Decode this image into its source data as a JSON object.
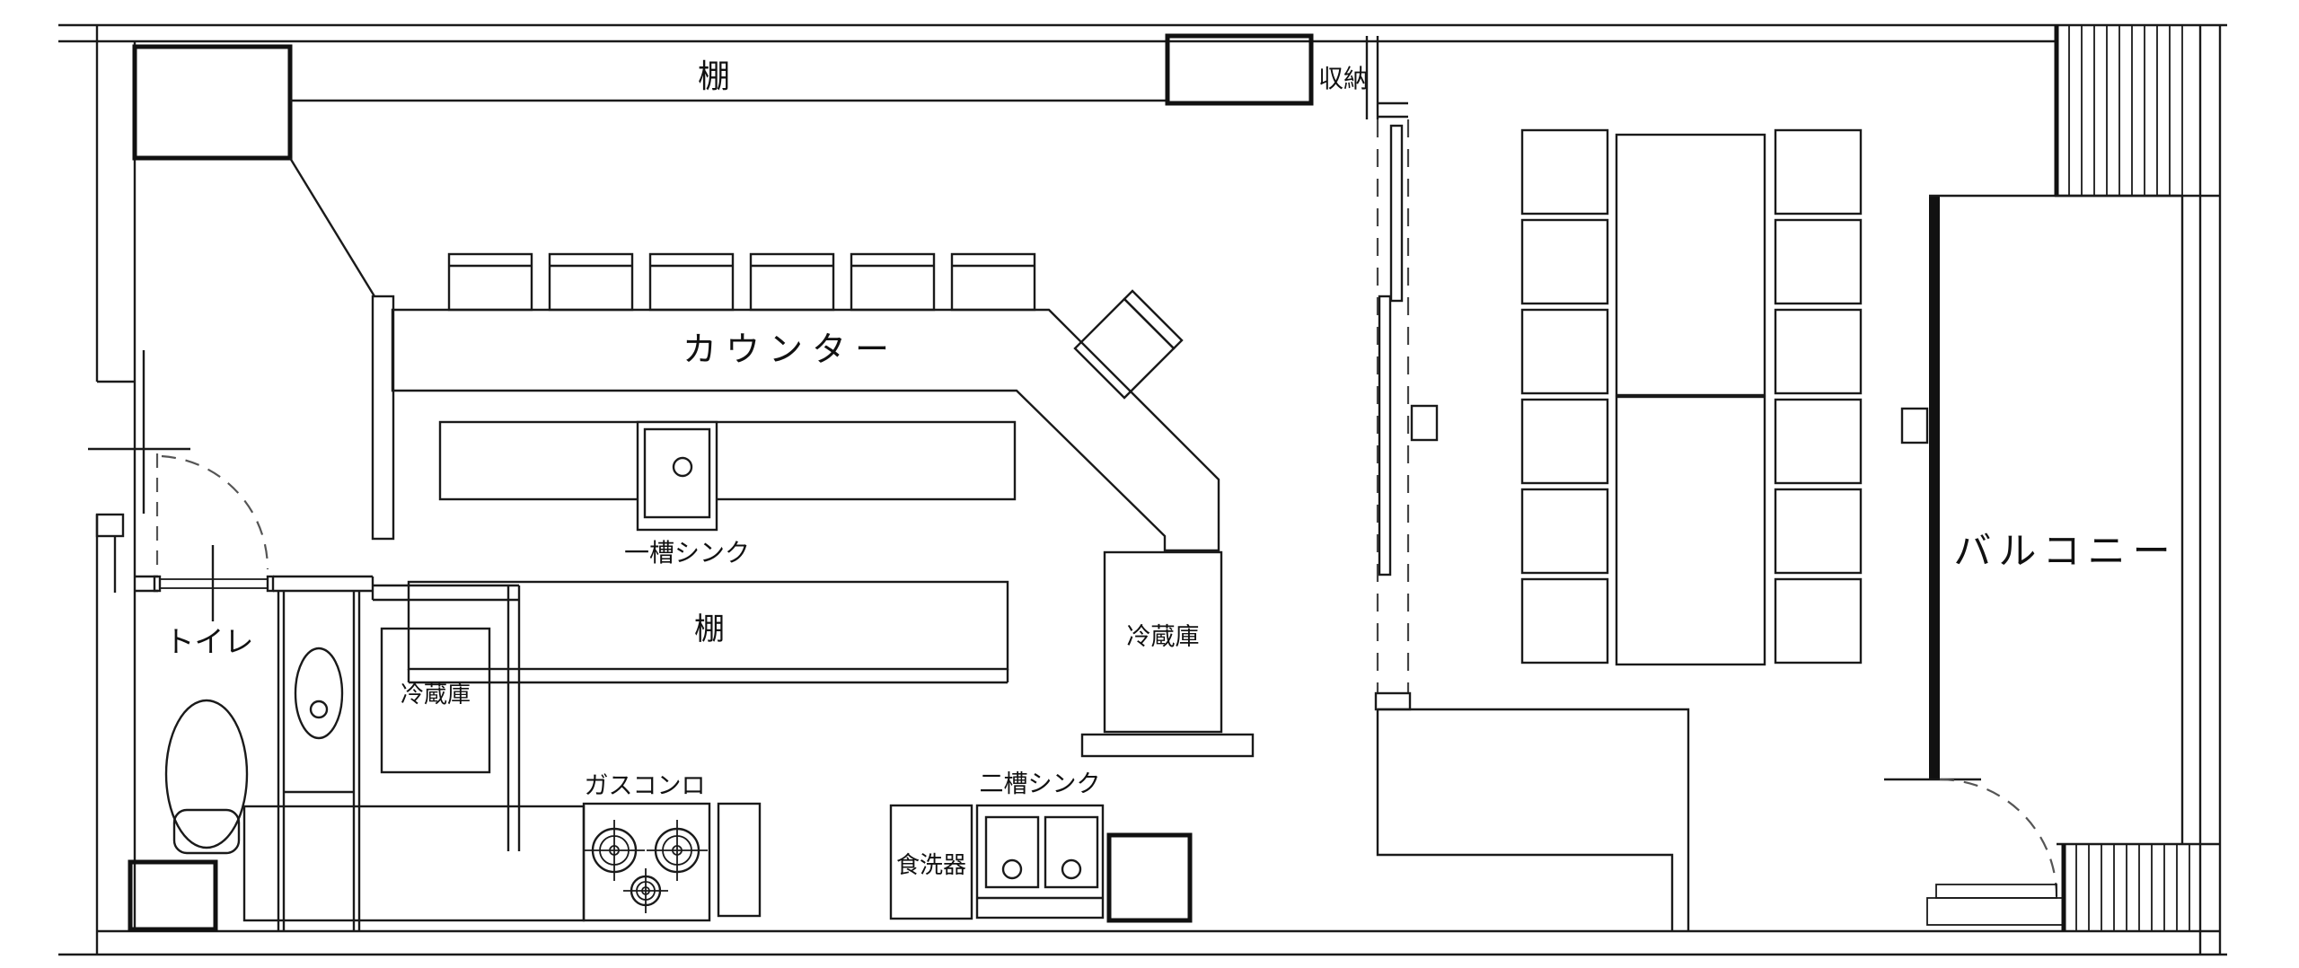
{
  "labels": {
    "shelf_top": "棚",
    "storage": "収納",
    "counter": "カウンター",
    "single_sink": "一槽シンク",
    "toilet": "トイレ",
    "refrigerator_kitchen": "冷蔵庫",
    "shelf_kitchen": "棚",
    "refrigerator_counter": "冷蔵庫",
    "gas_stove": "ガスコンロ",
    "dishwasher": "食洗器",
    "double_sink": "二槽シンク",
    "balcony": "バルコニー"
  },
  "rooms": [
    {
      "name": "toilet",
      "label": "トイレ"
    },
    {
      "name": "storage",
      "label": "収納"
    },
    {
      "name": "balcony",
      "label": "バルコニー"
    },
    {
      "name": "kitchen-and-counter",
      "label": "カウンター"
    },
    {
      "name": "dining-area",
      "label": ""
    }
  ],
  "fixtures": {
    "counter_stools": 6,
    "counter_corner_stool": 1,
    "dining_chairs": 12,
    "dining_tables": 2,
    "gas_stove_burners": 3,
    "single_sink_basins": 1,
    "double_sink_basins": 2,
    "refrigerators": 2,
    "shelves": 3
  },
  "colors": {
    "line": "#1a1a1a",
    "background": "#ffffff"
  }
}
